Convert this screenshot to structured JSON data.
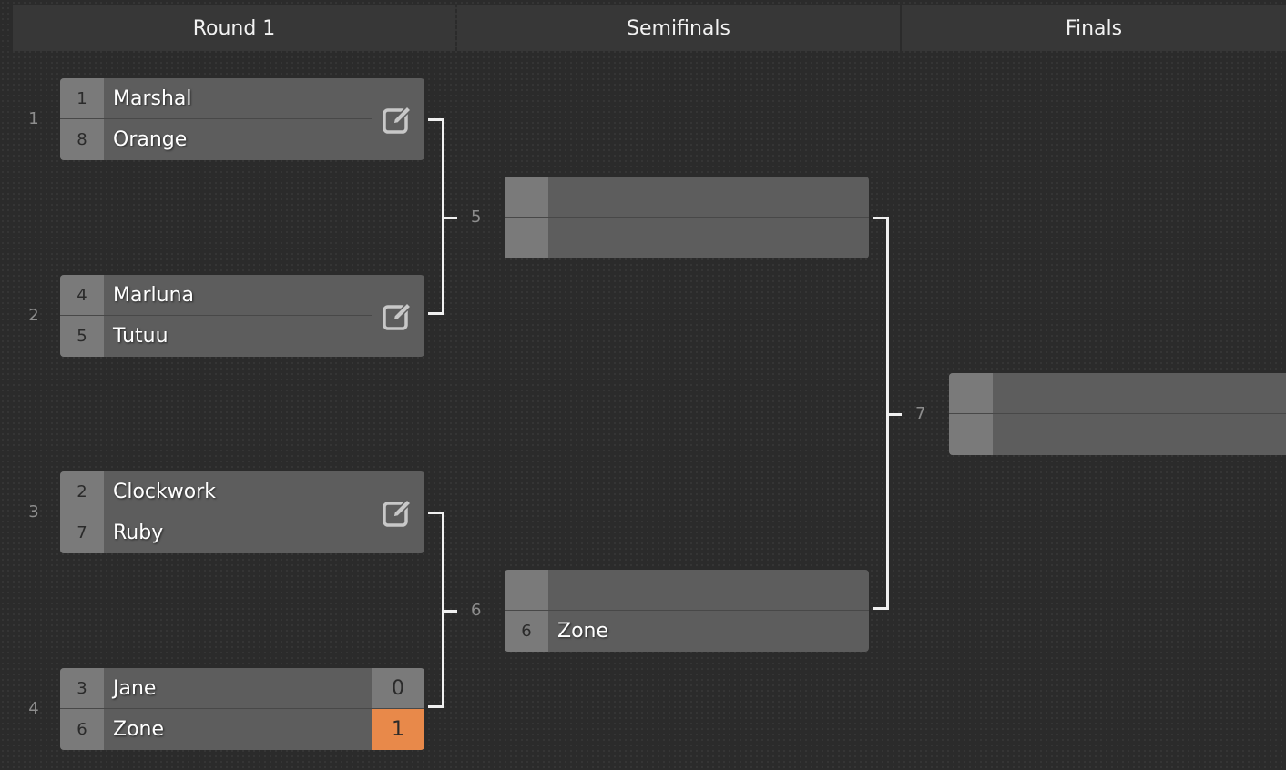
{
  "headers": {
    "round1": "Round 1",
    "semifinals": "Semifinals",
    "finals": "Finals"
  },
  "rows": {
    "r1": "1",
    "r2": "2",
    "r3": "3",
    "r4": "4"
  },
  "matches": {
    "m1": {
      "top": {
        "seed": "1",
        "name": "Marshal"
      },
      "bottom": {
        "seed": "8",
        "name": "Orange"
      }
    },
    "m2": {
      "top": {
        "seed": "4",
        "name": "Marluna"
      },
      "bottom": {
        "seed": "5",
        "name": "Tutuu"
      }
    },
    "m3": {
      "top": {
        "seed": "2",
        "name": "Clockwork"
      },
      "bottom": {
        "seed": "7",
        "name": "Ruby"
      }
    },
    "m4": {
      "top": {
        "seed": "3",
        "name": "Jane",
        "score": "0"
      },
      "bottom": {
        "seed": "6",
        "name": "Zone",
        "score": "1"
      }
    },
    "m5": {
      "number": "5",
      "top": {
        "seed": "",
        "name": ""
      },
      "bottom": {
        "seed": "",
        "name": ""
      }
    },
    "m6": {
      "number": "6",
      "top": {
        "seed": "",
        "name": ""
      },
      "bottom": {
        "seed": "6",
        "name": "Zone"
      }
    },
    "m7": {
      "number": "7",
      "top": {
        "seed": "",
        "name": ""
      },
      "bottom": {
        "seed": "",
        "name": ""
      }
    }
  },
  "icons": {
    "edit": "edit-icon"
  },
  "colors": {
    "winner_score": "#e8894a",
    "seed_bg": "#7a7a7a",
    "match_bg": "#5d5d5d",
    "header_bg": "#373737"
  }
}
